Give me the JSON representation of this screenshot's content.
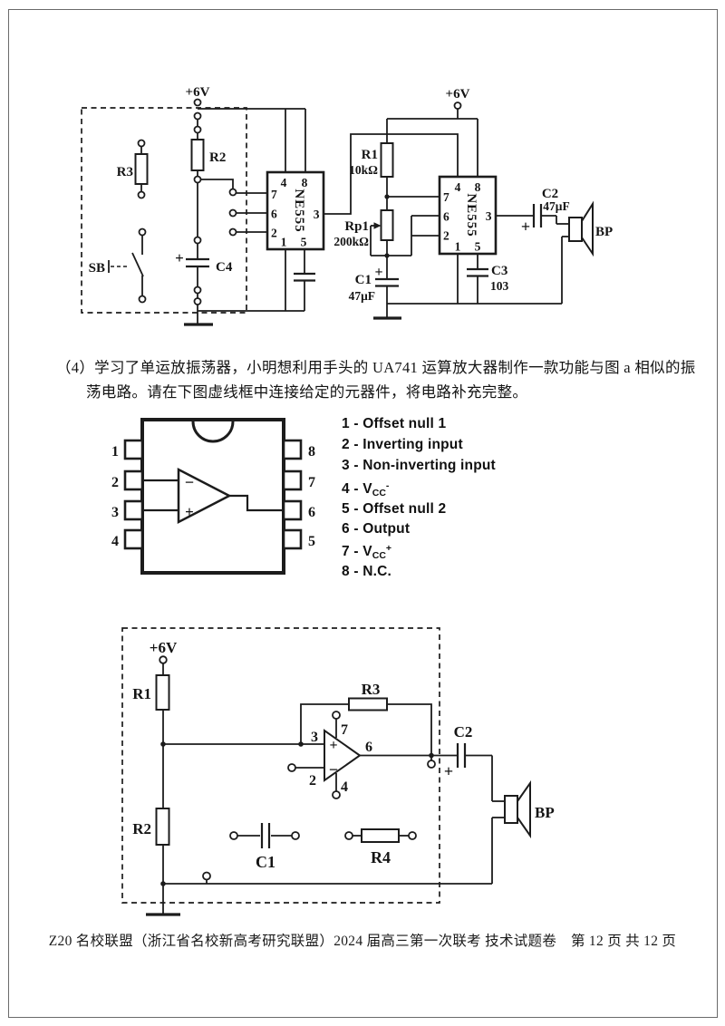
{
  "sym": {
    "plus": "+",
    "minus": "−"
  },
  "figure_a": {
    "supply": "+6V",
    "ic": "NE555",
    "r3": "R3",
    "sb": "SB",
    "r2": "R2",
    "c4": "C4",
    "r1": "R1",
    "r1_value": "10kΩ",
    "rp1": "Rp1",
    "rp1_value": "200kΩ",
    "c1": "C1",
    "c1_value": "47μF",
    "c3": "C3",
    "c3_value": "103",
    "c2": "C2",
    "c2_value": "47μF",
    "bp": "BP",
    "pins": {
      "1": "1",
      "2": "2",
      "3": "3",
      "4": "4",
      "5": "5",
      "6": "6",
      "7": "7",
      "8": "8"
    }
  },
  "question": {
    "line1": "（4）学习了单运放振荡器，小明想利用手头的 UA741 运算放大器制作一款功能与图 a 相似的振",
    "line2": "荡电路。请在下图虚线框中连接给定的元器件，将电路补充完整。"
  },
  "dip": {
    "left_pins": [
      "1",
      "2",
      "3",
      "4"
    ],
    "right_pins": [
      "8",
      "7",
      "6",
      "5"
    ]
  },
  "pin_list": [
    {
      "text": "1 - Offset null 1"
    },
    {
      "text": "2 - Inverting input"
    },
    {
      "text": "3 - Non-inverting input"
    },
    {
      "text": "4 - V",
      "sub": "CC",
      "sup": "-"
    },
    {
      "text": "5 - Offset null 2"
    },
    {
      "text": "6 - Output"
    },
    {
      "text": "7 - V",
      "sub": "CC",
      "sup": "+"
    },
    {
      "text": "8 - N.C."
    }
  ],
  "figure_b": {
    "supply": "+6V",
    "r1": "R1",
    "r2": "R2",
    "r3": "R3",
    "r4": "R4",
    "c1": "C1",
    "c2": "C2",
    "bp": "BP",
    "pins": {
      "2": "2",
      "3": "3",
      "4": "4",
      "6": "6",
      "7": "7"
    }
  },
  "footer": "Z20 名校联盟（浙江省名校新高考研究联盟）2024 届高三第一次联考 技术试题卷　第 12 页 共 12 页"
}
